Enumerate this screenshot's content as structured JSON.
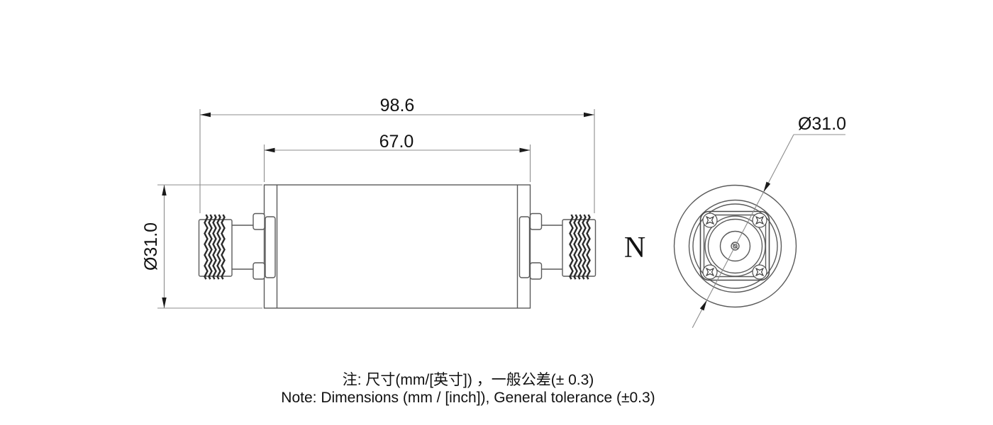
{
  "drawing": {
    "dimensions": {
      "overall_length": "98.6",
      "body_length": "67.0",
      "side_diameter": "Ø31.0",
      "end_diameter": "Ø31.0"
    },
    "connector_label": "N",
    "notes": {
      "line1_zh": "注: 尺寸(mm/[英寸]) ，一般公差(± 0.3)",
      "line2_en": "Note: Dimensions (mm / [inch]), General tolerance (±0.3)"
    },
    "colors": {
      "background": "#ffffff",
      "part_line": "#5a5a5a",
      "dimension_line": "#8c8c8c",
      "thread_line": "#2b2b2b",
      "text": "#111111"
    }
  }
}
